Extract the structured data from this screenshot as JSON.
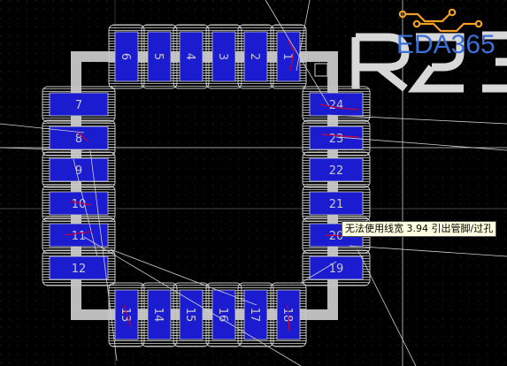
{
  "watermark": {
    "text": "EDA365",
    "color": "#3a6fd8",
    "circuit_color": "#f2a024"
  },
  "tooltip": {
    "text": "无法使用线宽 3.94 引出管脚/过孔"
  },
  "silkscreen": {
    "designator_fragment": "R2",
    "color": "#d0d0d0"
  },
  "colors": {
    "pad_fill": "#1b1bcf",
    "pad_hatch": "#c8c8c8",
    "body_outline": "#b8b8b8",
    "pin_text": "#c8c8c8",
    "trace": "#c00040",
    "ratsnest": "#d0d0d0"
  },
  "pads_top": [
    {
      "num": "6"
    },
    {
      "num": "5"
    },
    {
      "num": "4"
    },
    {
      "num": "3"
    },
    {
      "num": "2"
    },
    {
      "num": "1"
    }
  ],
  "pads_left": [
    {
      "num": "7"
    },
    {
      "num": "8"
    },
    {
      "num": "9"
    },
    {
      "num": "10"
    },
    {
      "num": "11"
    },
    {
      "num": "12"
    }
  ],
  "pads_right": [
    {
      "num": "24"
    },
    {
      "num": "23"
    },
    {
      "num": "22"
    },
    {
      "num": "21"
    },
    {
      "num": "20"
    },
    {
      "num": "19"
    }
  ],
  "pads_bottom": [
    {
      "num": "13"
    },
    {
      "num": "14"
    },
    {
      "num": "15"
    },
    {
      "num": "16"
    },
    {
      "num": "17"
    },
    {
      "num": "18"
    }
  ]
}
